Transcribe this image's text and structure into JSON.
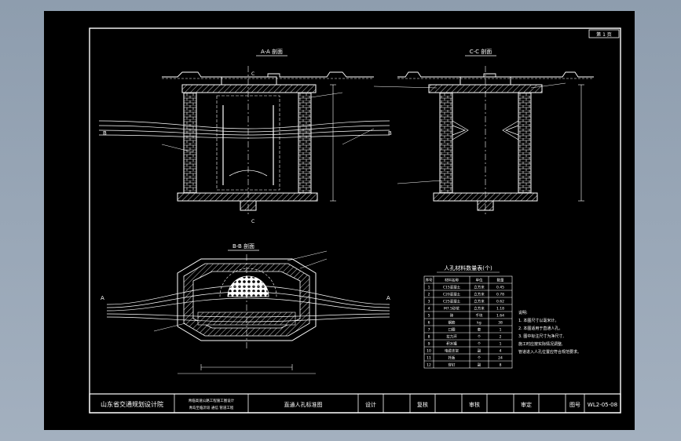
{
  "sheet": {
    "page_no": "第 1 页"
  },
  "views": {
    "aa": {
      "title": "A-A 剖面"
    },
    "cc": {
      "title": "C-C 剖面"
    },
    "bb": {
      "title": "B-B 剖面"
    },
    "section_marks": {
      "a": "A",
      "b": "B",
      "c": "C"
    }
  },
  "materials_table": {
    "title": "人孔材料数量表(个)",
    "headers": [
      "序号",
      "材料名称",
      "单位",
      "数量"
    ],
    "rows": [
      [
        "1",
        "C15混凝土",
        "立方米",
        "0.45"
      ],
      [
        "2",
        "C20混凝土",
        "立方米",
        "0.78"
      ],
      [
        "3",
        "C25混凝土",
        "立方米",
        "0.62"
      ],
      [
        "4",
        "M7.5砂浆",
        "立方米",
        "1.18"
      ],
      [
        "5",
        "砖",
        "千块",
        "1.64"
      ],
      [
        "6",
        "钢筋",
        "kg",
        "38"
      ],
      [
        "7",
        "口圈",
        "套",
        "1"
      ],
      [
        "8",
        "拉力环",
        "个",
        "2"
      ],
      [
        "9",
        "积水罐",
        "个",
        "1"
      ],
      [
        "10",
        "电缆支架",
        "副",
        "4"
      ],
      [
        "11",
        "托板",
        "个",
        "24"
      ],
      [
        "12",
        "穿钉",
        "副",
        "8"
      ]
    ]
  },
  "notes": [
    "说明:",
    "1. 本图尺寸以毫米计。",
    "2. 本图适用于直通人孔。",
    "3. 图中标注尺寸为净尺寸,",
    "   施工时应按实际情况调整,",
    "   管道进入人孔位置应符合规范要求。"
  ],
  "title_block": {
    "institute": "山东省交通规划设计院",
    "project_line1": "青临高速公路工程施工图设计",
    "project_line2": "青岛至临沂段 通信 管道工程",
    "drawing_name": "直通人孔标准图",
    "design_label": "设计",
    "review_label": "复核",
    "check_label": "审核",
    "approve_label": "审定",
    "number_label": "图号",
    "drawing_no": "WL2-05-08"
  },
  "colors": {
    "frame": "#ffffff",
    "hatch": "#ffffff",
    "rebar": "#e8e8e8"
  }
}
